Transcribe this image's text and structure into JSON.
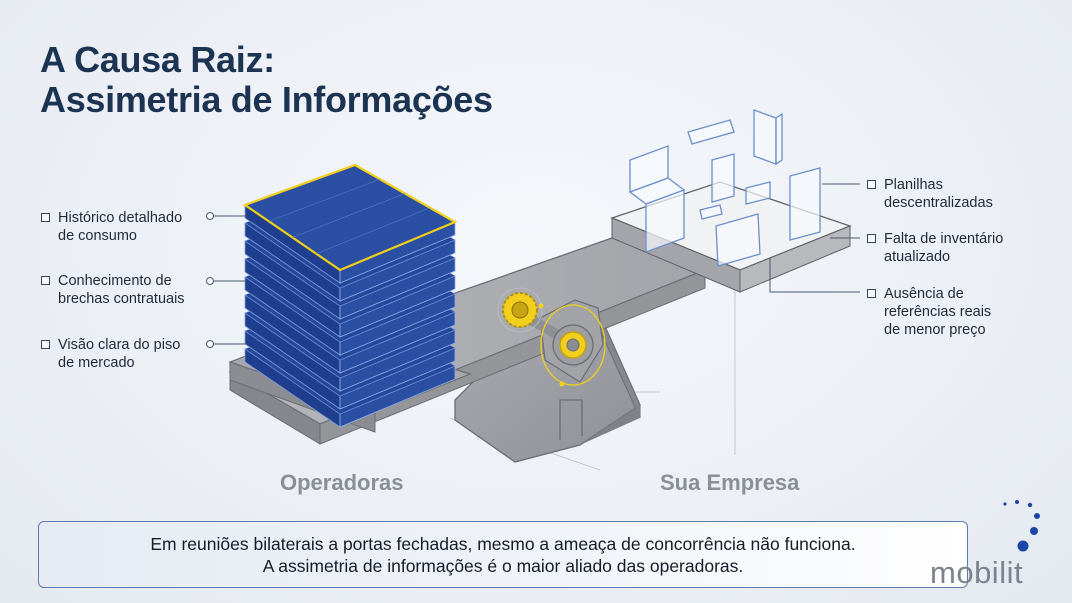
{
  "title": {
    "line1": "A Causa Raiz:",
    "line2": "Assimetria de Informações"
  },
  "left": {
    "name": "Operadoras",
    "items": [
      {
        "line1": "Histórico detalhado",
        "line2": "de consumo"
      },
      {
        "line1": "Conhecimento de",
        "line2": "brechas contratuais"
      },
      {
        "line1": "Visão clara do piso",
        "line2": "de mercado"
      }
    ]
  },
  "right": {
    "name": "Sua Empresa",
    "items": [
      {
        "line1": "Planilhas",
        "line2": "descentralizadas"
      },
      {
        "line1": "Falta de inventário",
        "line2": "atualizado"
      },
      {
        "line1": "Ausência de",
        "line2": "referências reais",
        "line3": "de menor preço"
      }
    ]
  },
  "banner": {
    "line1": "Em reuniões bilaterais a portas fechadas, mesmo a ameaça de concorrência não funciona.",
    "line2": "A assimetria de informações é o maior aliado das operadoras."
  },
  "logo": {
    "text": "mobilit"
  },
  "colors": {
    "title": "#1d3352",
    "data_blue": "#2a4fa3",
    "highlight_yellow": "#f2cf1c",
    "steel": "#9a9ca1",
    "banner_border": "#5b7ba8",
    "logo_dots": "#1b46a8"
  }
}
